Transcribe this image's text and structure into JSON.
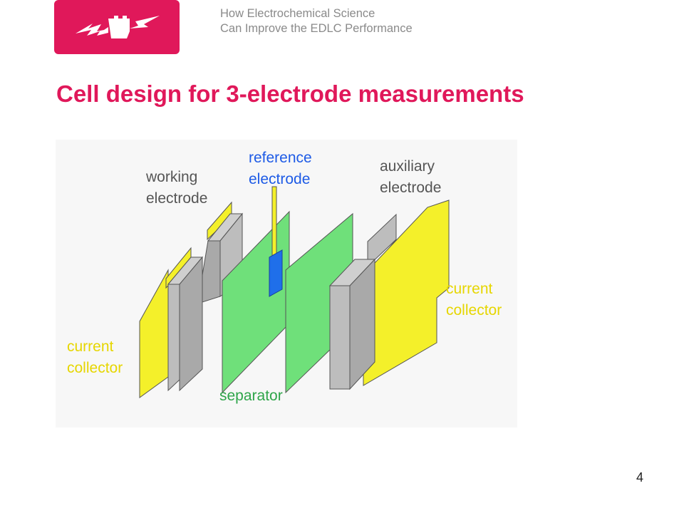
{
  "header": {
    "line1": "How Electrochemical Science",
    "line2": "Can Improve the EDLC Performance"
  },
  "title": "Cell design for 3-electrode measurements",
  "page_number": "4",
  "logo": {
    "icon": "lightning-fist-icon"
  },
  "colors": {
    "accent": "#E0185A",
    "header_text": "#8a8a8a",
    "label_gray": "#555555",
    "label_yellow": "#E6D600",
    "label_blue": "#1E5BE6",
    "label_green": "#2FA54A",
    "collector": "#F4F02A",
    "electrode": "#BDBDBD",
    "separator": "#6FE07A",
    "reference": "#1F6FEA"
  },
  "diagram": {
    "labels": {
      "working_l1": "working",
      "working_l2": "electrode",
      "reference_l1": "reference",
      "reference_l2": "electrode",
      "auxiliary_l1": "auxiliary",
      "auxiliary_l2": "electrode",
      "current_right_l1": "current",
      "current_right_l2": "collector",
      "current_left_l1": "current",
      "current_left_l2": "collector",
      "separator": "separator"
    }
  }
}
